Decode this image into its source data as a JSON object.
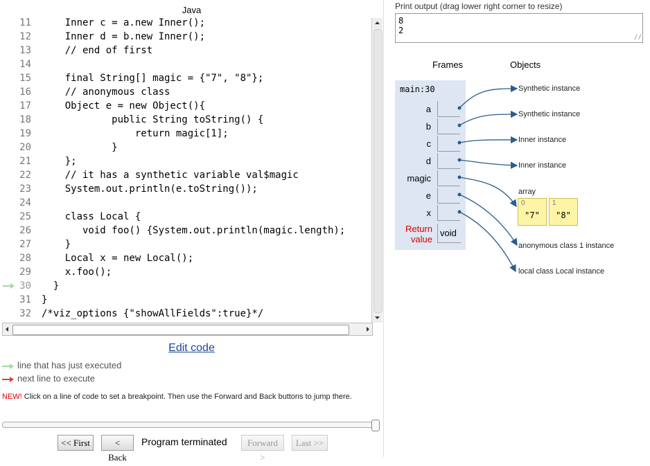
{
  "language": "Java",
  "code_lines": [
    {
      "num": "11",
      "text": "    Inner c = a.new Inner();"
    },
    {
      "num": "12",
      "text": "    Inner d = b.new Inner();"
    },
    {
      "num": "13",
      "text": "    // end of first"
    },
    {
      "num": "14",
      "text": ""
    },
    {
      "num": "15",
      "text": "    final String[] magic = {\"7\", \"8\"};"
    },
    {
      "num": "16",
      "text": "    // anonymous class"
    },
    {
      "num": "17",
      "text": "    Object e = new Object(){"
    },
    {
      "num": "18",
      "text": "            public String toString() {"
    },
    {
      "num": "19",
      "text": "                return magic[1];"
    },
    {
      "num": "20",
      "text": "            }"
    },
    {
      "num": "21",
      "text": "    };"
    },
    {
      "num": "22",
      "text": "    // it has a synthetic variable val$magic"
    },
    {
      "num": "23",
      "text": "    System.out.println(e.toString());"
    },
    {
      "num": "24",
      "text": ""
    },
    {
      "num": "25",
      "text": "    class Local {"
    },
    {
      "num": "26",
      "text": "       void foo() {System.out.println(magic.length);"
    },
    {
      "num": "27",
      "text": "    }"
    },
    {
      "num": "28",
      "text": "    Local x = new Local();"
    },
    {
      "num": "29",
      "text": "    x.foo();"
    },
    {
      "num": "30",
      "text": "  }"
    },
    {
      "num": "31",
      "text": "}"
    },
    {
      "num": "32",
      "text": "/*viz_options {\"showAllFields\":true}*/"
    }
  ],
  "current_line": "30",
  "edit_code": "Edit code",
  "legend": {
    "just_executed": "line that has just executed",
    "next_line": "next line to execute"
  },
  "colors": {
    "just_executed_arrow": "#a6d9a0",
    "next_line_arrow": "#e0403a",
    "accent_link": "#1a44a0"
  },
  "hint": {
    "new_label": "NEW!",
    "text": " Click on a line of code to set a breakpoint. Then use the Forward and Back buttons to jump there."
  },
  "slider_position": 1.0,
  "nav": {
    "first": "<< First",
    "back": "< Back",
    "status": "Program terminated",
    "forward": "Forward >",
    "last": "Last >>"
  },
  "print_output": {
    "label": "Print output (drag lower right corner to resize)",
    "lines": [
      "8",
      "2"
    ]
  },
  "viz": {
    "frames_header": "Frames",
    "objects_header": "Objects",
    "frame_name": "main:30",
    "variables": [
      "a",
      "b",
      "c",
      "d",
      "magic",
      "e",
      "x"
    ],
    "return_label": "Return value",
    "return_value": "void",
    "objects": [
      "Synthetic instance",
      "Synthetic instance",
      "Inner instance",
      "Inner instance",
      "anonymous class 1 instance",
      "local class Local instance"
    ],
    "array": {
      "label": "array",
      "cells": [
        {
          "index": "0",
          "value": "\"7\""
        },
        {
          "index": "1",
          "value": "\"8\""
        }
      ]
    }
  }
}
